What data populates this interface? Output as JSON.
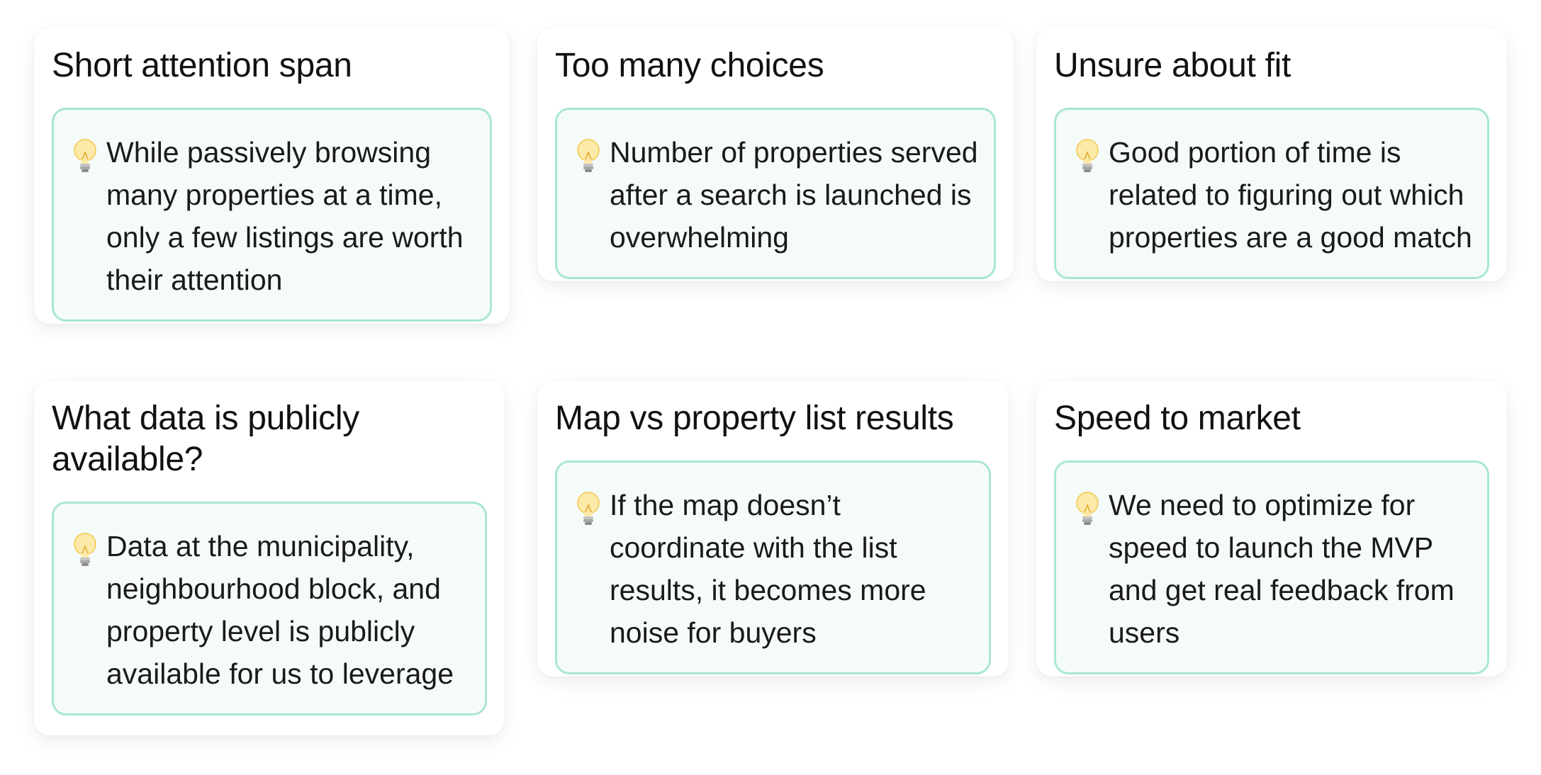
{
  "icons": {
    "insight_icon": "lightbulb-icon"
  },
  "colors": {
    "card_background": "#ffffff",
    "insight_background": "#f5fbf9",
    "insight_border": "#a9e6d4",
    "bulb_glass": "#fde9a8",
    "bulb_base": "#b9b9b9"
  },
  "cards": [
    {
      "title": "Short attention span",
      "insight": "While passively browsing many properties at a time, only a few listings are worth their attention"
    },
    {
      "title": "Too many choices",
      "insight": "Number of properties served after a search is launched is overwhelming"
    },
    {
      "title": "Unsure about fit",
      "insight": "Good portion of time is related to figuring out which properties are a good match"
    },
    {
      "title": "What data is publicly available?",
      "insight": "Data at the municipality, neighbourhood block, and property level is publicly available for us to leverage"
    },
    {
      "title": "Map vs property list results",
      "insight": "If the map doesn’t coordinate with the list results, it becomes more noise for buyers"
    },
    {
      "title": "Speed to market",
      "insight": "We need to optimize for speed to launch the MVP and get real feedback from users"
    }
  ]
}
